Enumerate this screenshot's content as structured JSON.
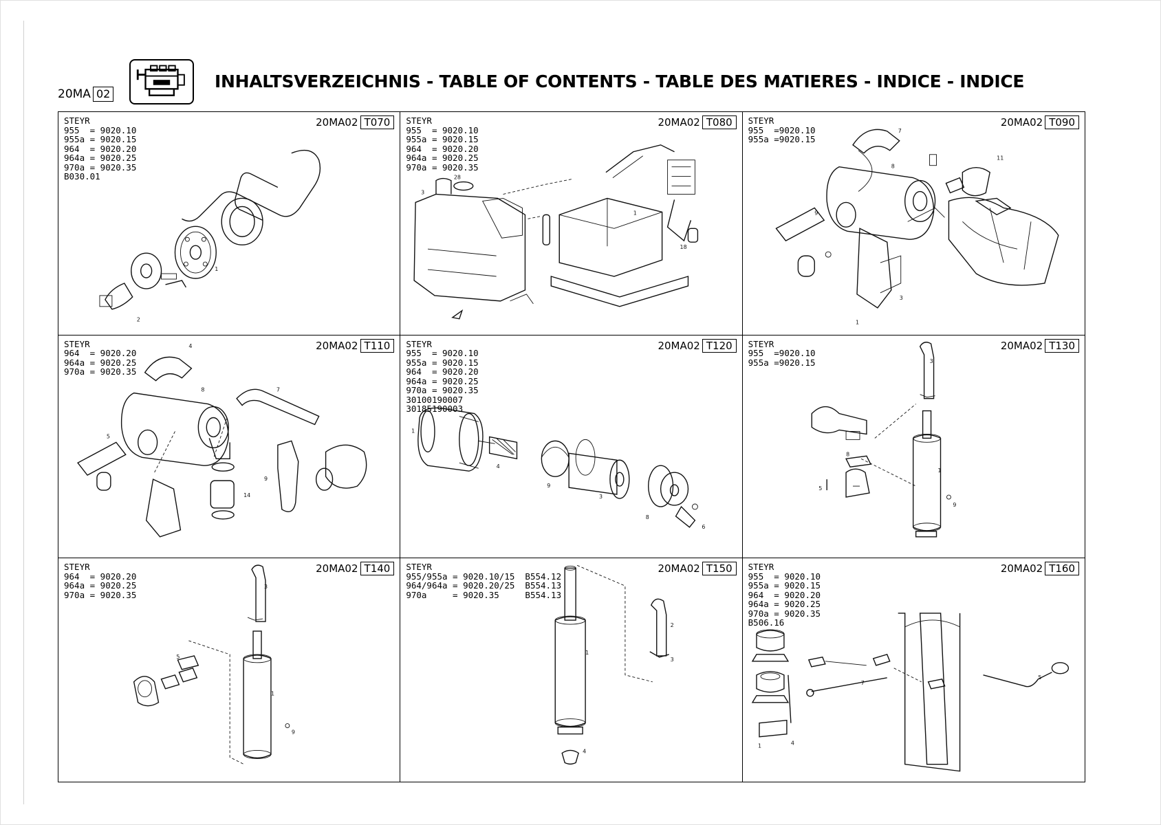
{
  "header": {
    "page_code": "20MA",
    "page_section": "02",
    "title": "INHALTSVERZEICHNIS - TABLE OF CONTENTS - TABLE DES MATIERES - INDICE - INDICE"
  },
  "cells": [
    {
      "ref_prefix": "20MA02",
      "ref_code": "T070",
      "specs": "STEYR\n955  = 9020.10\n955a = 9020.15\n964  = 9020.20\n964a = 9020.25\n970a = 9020.35\nB030.01"
    },
    {
      "ref_prefix": "20MA02",
      "ref_code": "T080",
      "specs": "STEYR\n955  = 9020.10\n955a = 9020.15\n964  = 9020.20\n964a = 9020.25\n970a = 9020.35"
    },
    {
      "ref_prefix": "20MA02",
      "ref_code": "T090",
      "specs": "STEYR\n955  =9020.10\n955a =9020.15"
    },
    {
      "ref_prefix": "20MA02",
      "ref_code": "T110",
      "specs": "STEYR\n964  = 9020.20\n964a = 9020.25\n970a = 9020.35"
    },
    {
      "ref_prefix": "20MA02",
      "ref_code": "T120",
      "specs": "STEYR\n955  = 9020.10\n955a = 9020.15\n964  = 9020.20\n964a = 9020.25\n970a = 9020.35\n30100190007\n30185190003"
    },
    {
      "ref_prefix": "20MA02",
      "ref_code": "T130",
      "specs": "STEYR\n955  =9020.10\n955a =9020.15"
    },
    {
      "ref_prefix": "20MA02",
      "ref_code": "T140",
      "specs": "STEYR\n964  = 9020.20\n964a = 9020.25\n970a = 9020.35"
    },
    {
      "ref_prefix": "20MA02",
      "ref_code": "T150",
      "specs": "STEYR\n955/955a = 9020.10/15  B554.12\n964/964a = 9020.20/25  B554.13\n970a     = 9020.35     B554.13"
    },
    {
      "ref_prefix": "20MA02",
      "ref_code": "T160",
      "specs": "STEYR\n955  = 9020.10\n955a = 9020.15\n964  = 9020.20\n964a = 9020.25\n970a = 9020.35\nB506.16"
    }
  ]
}
